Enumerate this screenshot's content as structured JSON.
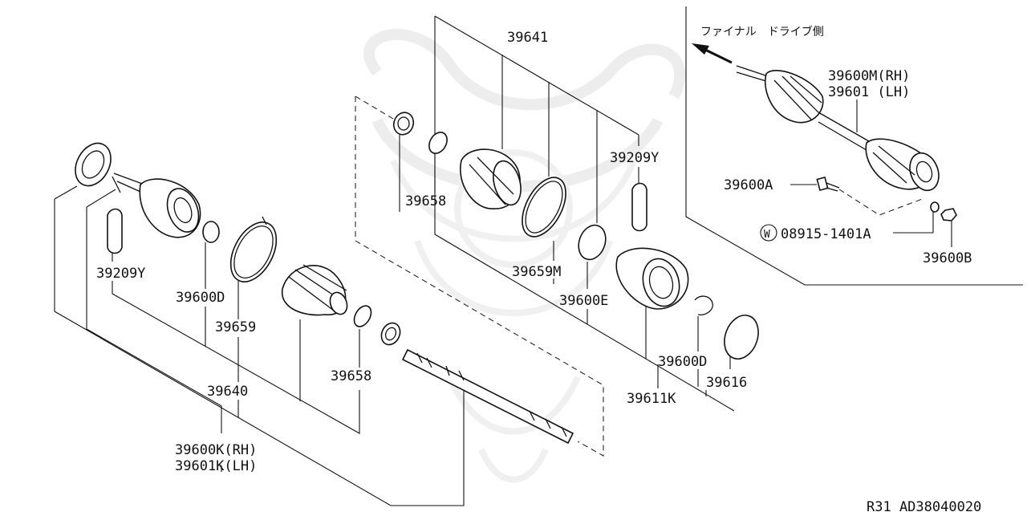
{
  "labels": {
    "final_drive_side": "ファイナル　ドライブ側",
    "p39641": "39641",
    "p39600M": "39600M(RH)",
    "p39601": "39601 (LH)",
    "p39209Y_a": "39209Y",
    "p39209Y_b": "39209Y",
    "p39658_a": "39658",
    "p39658_b": "39658",
    "p39600A": "39600A",
    "p08915": "08915-1401A",
    "washer_symbol": "W",
    "p39600B": "39600B",
    "p39659M": "39659M",
    "p39600E": "39600E",
    "p39600D_a": "39600D",
    "p39600D_b": "39600D",
    "p39659": "39659",
    "p39640": "39640",
    "p39611K": "39611K",
    "p39616": "39616",
    "p39600K": "39600K(RH)",
    "p39601K": "39601K(LH)",
    "footer_code": "R31  AD38040020"
  }
}
